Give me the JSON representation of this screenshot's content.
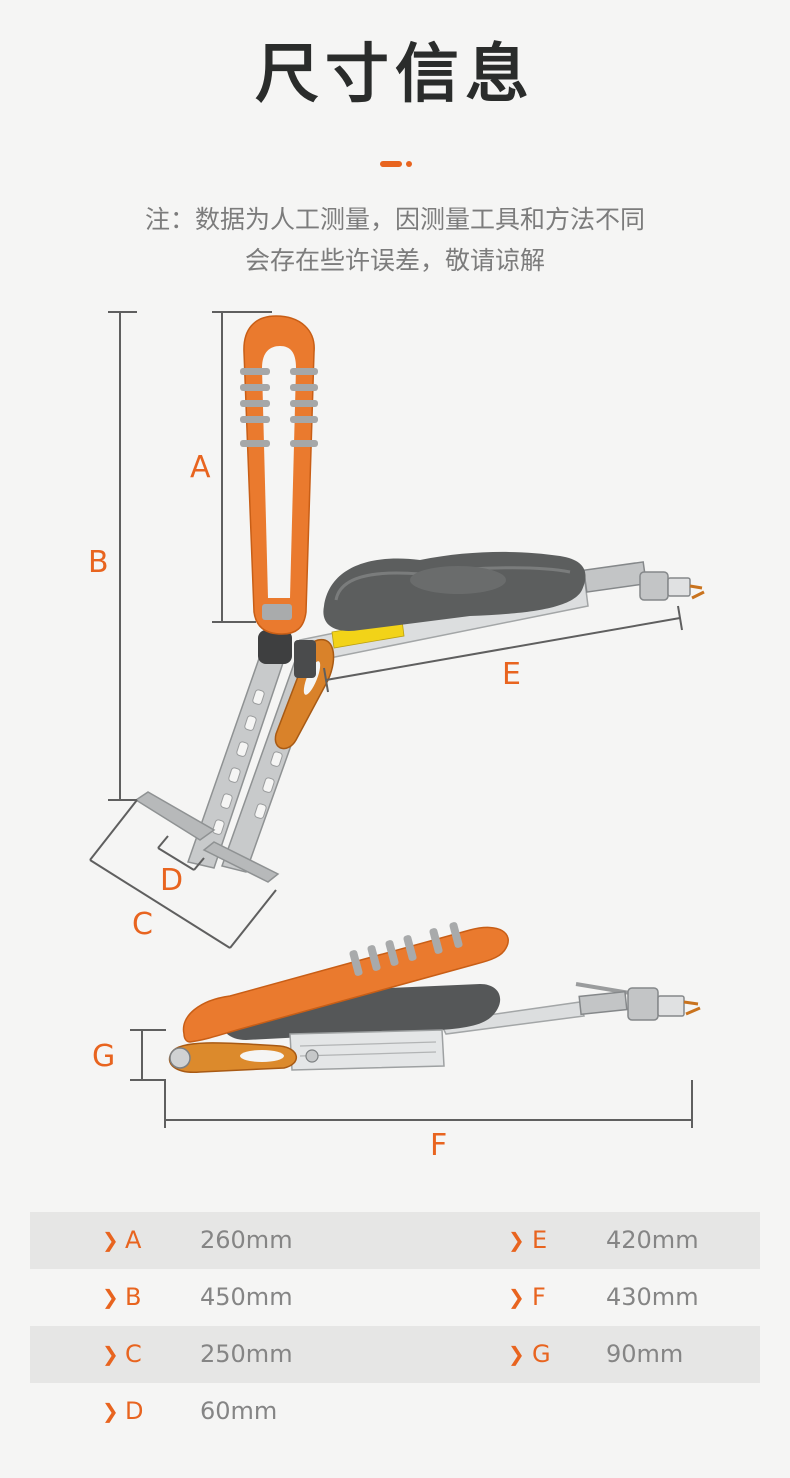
{
  "title": "尺寸信息",
  "note": {
    "line1": "注：数据为人工测量，因测量工具和方法不同",
    "line2": "会存在些许误差，敬请谅解"
  },
  "accent_color": "#e8641f",
  "dimension_labels": {
    "A": "A",
    "B": "B",
    "C": "C",
    "D": "D",
    "E": "E",
    "F": "F",
    "G": "G"
  },
  "specs": {
    "rows": [
      {
        "left": {
          "key": "A",
          "value": "260mm"
        },
        "right": {
          "key": "E",
          "value": "420mm"
        }
      },
      {
        "left": {
          "key": "B",
          "value": "450mm"
        },
        "right": {
          "key": "F",
          "value": "430mm"
        }
      },
      {
        "left": {
          "key": "C",
          "value": "250mm"
        },
        "right": {
          "key": "G",
          "value": "90mm"
        }
      },
      {
        "left": {
          "key": "D",
          "value": "60mm"
        }
      }
    ]
  }
}
